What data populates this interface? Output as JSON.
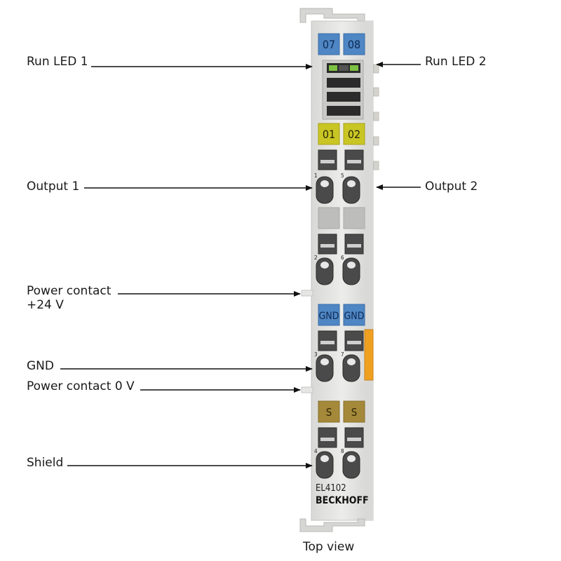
{
  "callouts": {
    "run_led_1": "Run LED 1",
    "run_led_2": "Run LED 2",
    "output_1": "Output 1",
    "output_2": "Output 2",
    "power_contact_24v_line1": "Power contact",
    "power_contact_24v_line2": "+24 V",
    "gnd": "GND",
    "power_contact_0v": "Power contact 0 V",
    "shield": "Shield"
  },
  "terminal": {
    "led_labels": [
      "07",
      "08"
    ],
    "output_labels": [
      "01",
      "02"
    ],
    "gnd_labels": [
      "GND",
      "GND"
    ],
    "shield_labels": [
      "S",
      "S"
    ],
    "contact_numbers": [
      "1",
      "5",
      "2",
      "6",
      "3",
      "7",
      "4",
      "8"
    ],
    "model": "EL4102",
    "brand": "BECKHOFF"
  },
  "caption": "Top view",
  "colors": {
    "housing": "#e4e4e2",
    "led_label_blue": "#4f86c4",
    "output_label_yellow": "#c9c524",
    "shield_label": "#a5893a",
    "orange_tab": "#f0a020",
    "run_led_green": "#7dc243"
  }
}
